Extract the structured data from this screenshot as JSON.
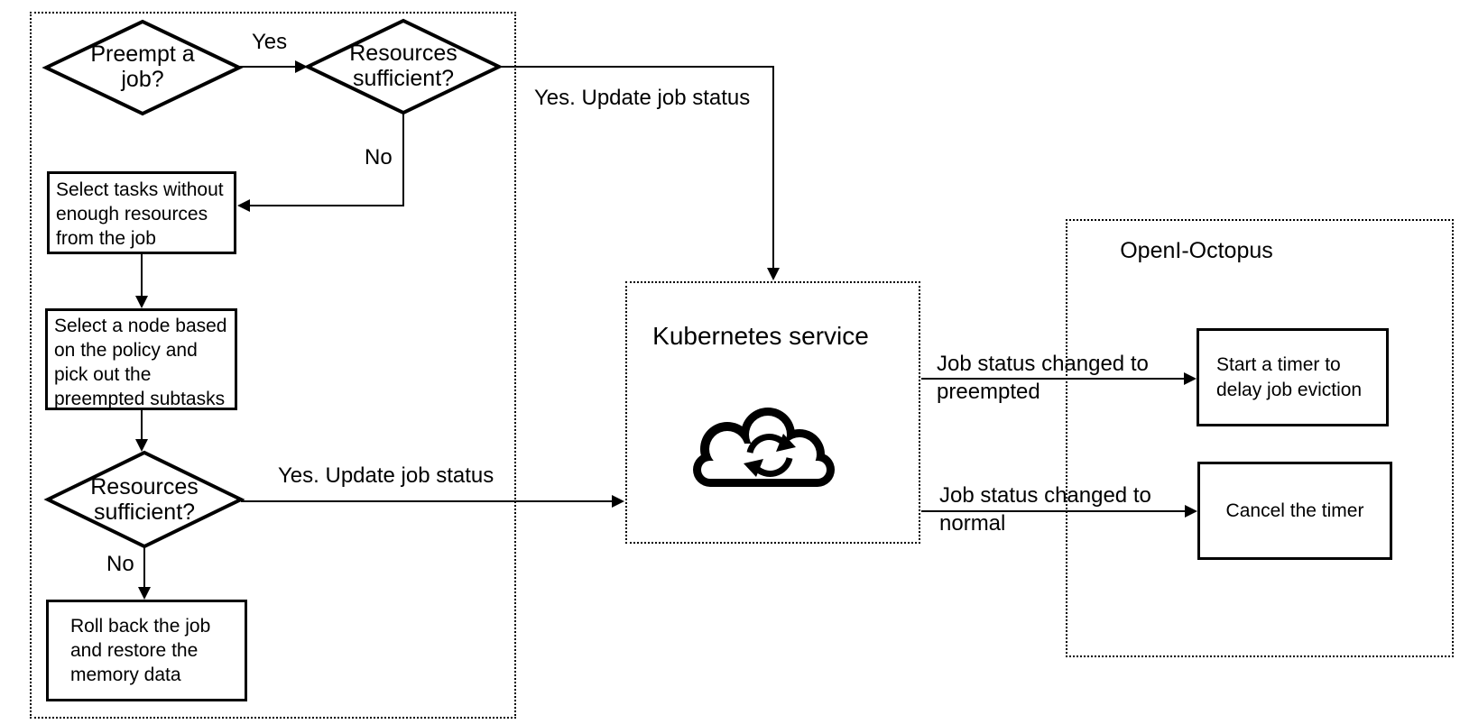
{
  "diagram": {
    "scheduler": {
      "preempt_job": "Preempt a\njob?",
      "resources_sufficient_top": "Resources\nsufficient?",
      "select_tasks": "Select tasks without\nenough resources\nfrom the job",
      "select_node": "Select a node based\non the policy and\npick out the\npreempted subtasks",
      "resources_sufficient_mid": "Resources\nsufficient?",
      "roll_back": "Roll back the job\nand restore the\nmemory data",
      "label_yes": "Yes",
      "label_no_top": "No",
      "label_no_mid": "No",
      "label_update_top": "Yes. Update job status",
      "label_update_mid": "Yes. Update job status"
    },
    "kubernetes": {
      "title": "Kubernetes service",
      "icon": "cloud-sync-icon"
    },
    "openi": {
      "title": "OpenI-Octopus",
      "start_timer": "Start a timer to\ndelay job eviction",
      "cancel_timer": "Cancel the timer",
      "label_preempted": "Job status changed to\npreempted",
      "label_normal": "Job status changed to\nnormal"
    },
    "colors": {
      "line": "#000000",
      "background": "#ffffff"
    }
  }
}
